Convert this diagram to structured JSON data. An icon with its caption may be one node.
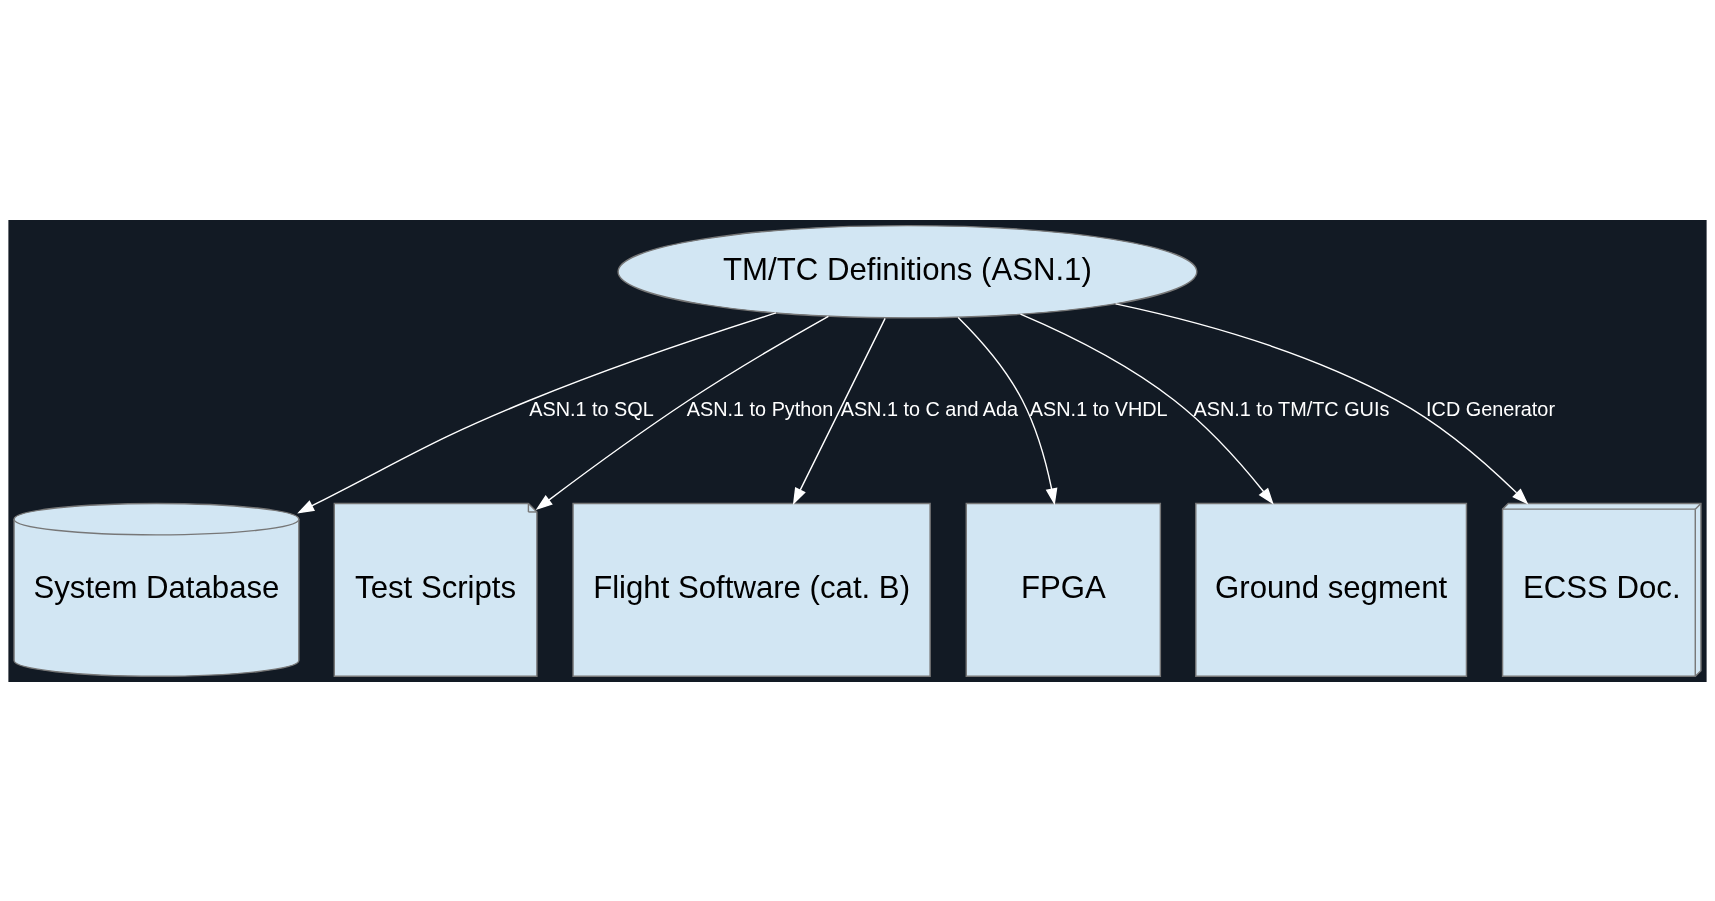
{
  "diagram": {
    "nodes": [
      {
        "text": [
          "TM/TC Definitions (ASN.1)"
        ]
      },
      {
        "text": [
          "System Database"
        ]
      },
      {
        "text": [
          "Test Scripts"
        ]
      },
      {
        "text": [
          "Flight Software (cat. B)"
        ]
      },
      {
        "text": [
          "FPGA"
        ]
      },
      {
        "text": [
          "Ground segment"
        ]
      },
      {
        "text": [
          "ECSS Doc."
        ]
      }
    ],
    "edges": [
      {
        "from": 0,
        "to": 1,
        "arrow": "to",
        "label": "ASN.1 to SQL"
      },
      {
        "from": 0,
        "to": 2,
        "arrow": "to",
        "label": "ASN.1 to Python"
      },
      {
        "from": 0,
        "to": 3,
        "arrow": "to",
        "label": "ASN.1 to C and Ada"
      },
      {
        "from": 0,
        "to": 4,
        "arrow": "to",
        "label": "ASN.1 to VHDL"
      },
      {
        "from": 0,
        "to": 5,
        "arrow": "to",
        "label": "ASN.1 to TM/TC GUIs"
      },
      {
        "from": 0,
        "to": 6,
        "arrow": "to",
        "label": "ICD Generator"
      }
    ]
  }
}
